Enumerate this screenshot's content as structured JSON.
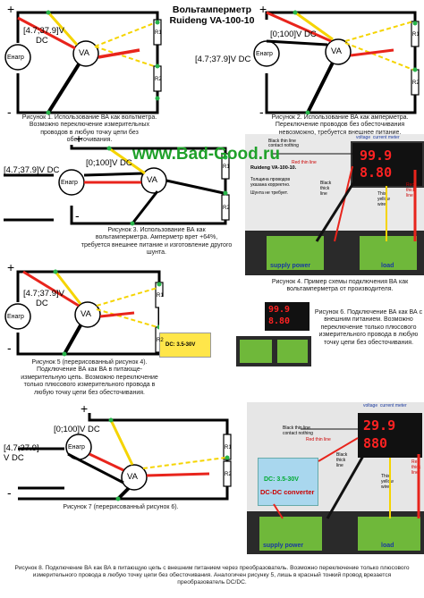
{
  "title": {
    "line1": "Вольтамперметр",
    "line2": "Ruideng VA-100-10"
  },
  "url": "www.Bad-Good.ru",
  "labels": {
    "v_range_a": "[4.7;37.9]V",
    "dc": "DC",
    "v_range_b": "[0;100]V DC",
    "v_range_c": "[4.7;37.9]V DC",
    "v_range_d": "[4.7;37.9]",
    "v_dc": "V DC",
    "plus": "+",
    "minus": "-",
    "eangr": "Енагр",
    "va": "VA",
    "r1": "R1",
    "r2": "R2"
  },
  "photo_labels": {
    "black_thin": "Black thin line\ncontact nothing",
    "red_thin": "Red thin line",
    "black_thick": "Black\nthick\nline",
    "this_yellow": "This\nyellow\nwire",
    "red_thick": "Red\nthick\nline",
    "voltage_meter": "voltage  current meter",
    "model": "Ruideng VA-100-10.",
    "note1": "Толщина проводов\nуказана корректно.",
    "note2": "Шунта не требует.",
    "supply_power": "supply power",
    "load": "load",
    "dc_module": "DC: 3.5-30V",
    "dc_converter": "DC-DC converter",
    "display_top": "99.9",
    "display_bottom": "8.80",
    "display_top2": "29.9",
    "display_bottom2": "880"
  },
  "captions": {
    "fig1": "Рисунок 1. Использование ВА как\nвольтметра. Возможно переключение\nизмерительных проводов в любую точку\nцепи без обесточивания.",
    "fig2": "Рисунок 2. Использование ВА как\nамперметра. Переключение проводов без\nобесточивания невозможно, требуется\nвнешнее питание.",
    "fig3": "Рисунок 3. Использование ВА как\nвольтамперметра. Амперметр врет +64%,\nтребуется внешнее питание и изготовление\nдругого шунта.",
    "fig4": "Рисунок 4. Пример схемы подключения ВА\nкак вольтамперметра от производителя.",
    "fig5": "Рисунок 5 (перерисованный рисунок 4).\nПодключение ВА как ВА в питающе-\nизмерительную цепь. Возможно\nпереключение только плюсового\nизмерительного провода в любую точку\nцепи без обесточивания.",
    "fig6": "Рисунок 6. Подключение ВА как ВА с\nвнешним питанием. Возможно\nпереключение только плюсового\nизмерительного провода в\nлюбую точку цепи без\nобесточивания.",
    "fig7": "Рисунок 7 (перерисованный рисунок 6).",
    "fig8": "Рисунок 8. Подключение ВА как ВА в питающую цепь с внешним питанием через преобразователь. Возможно переключение\nтолько плюсового измерительного провода в любую точку цепи без обесточивания. Аналогичен рисунку 5, лишь в красный тонкий\nпровод врезается преобразователь DC/DC."
  },
  "colors": {
    "wire_red": "#e8241c",
    "wire_yellow": "#f5d400",
    "wire_black": "#000000",
    "node_green": "#28b34a",
    "url_green": "#1fa12a",
    "display_red": "#ff2222"
  }
}
